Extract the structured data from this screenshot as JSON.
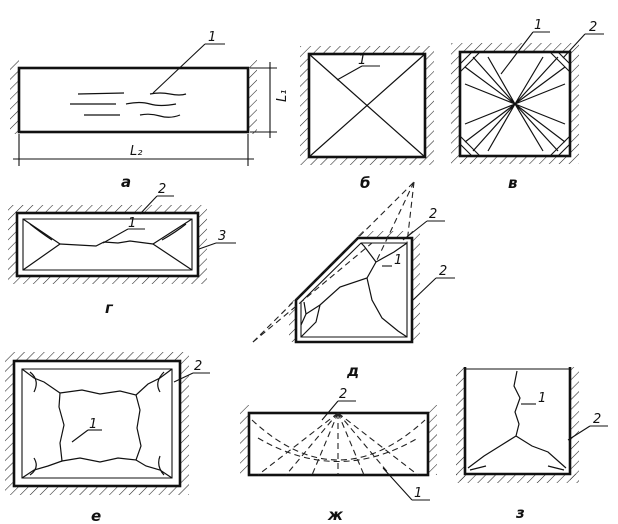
{
  "panels": {
    "a": {
      "caption": "а",
      "labels": {
        "crack": "1",
        "short_side": "L₁",
        "long_side": "L₂"
      }
    },
    "b": {
      "caption": "б",
      "labels": {
        "crack": "1"
      }
    },
    "v": {
      "caption": "в",
      "labels": {
        "crack": "1",
        "corner": "2"
      }
    },
    "g": {
      "caption": "г",
      "labels": {
        "crack": "1",
        "edge": "2",
        "support": "3"
      }
    },
    "d": {
      "caption": "д",
      "labels": {
        "crack": "1",
        "edge_top": "2",
        "edge_right": "2"
      }
    },
    "e": {
      "caption": "е",
      "labels": {
        "crack": "1",
        "edge": "2"
      }
    },
    "zh": {
      "caption": "ж",
      "labels": {
        "top": "2",
        "bottom": "1"
      }
    },
    "z": {
      "caption": "з",
      "labels": {
        "crack": "1",
        "edge": "2"
      }
    }
  }
}
